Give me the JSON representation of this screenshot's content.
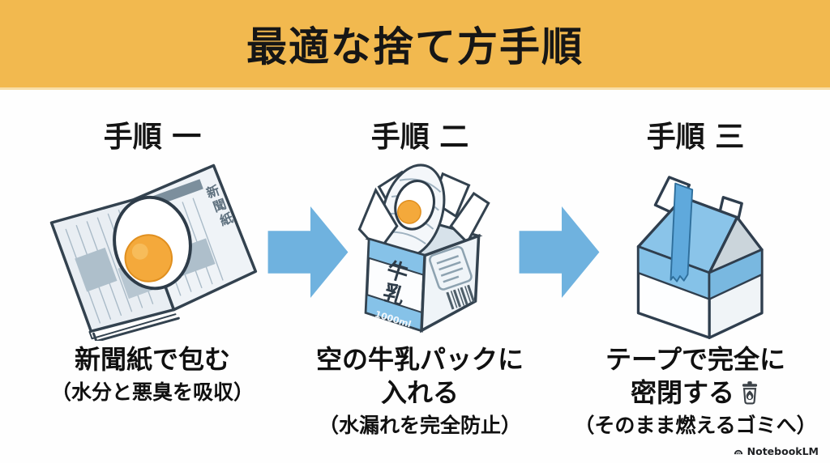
{
  "header": {
    "title": "最適な捨て方手順"
  },
  "steps": [
    {
      "label": "手順 一",
      "illustration": "newspaper-wrapped-egg",
      "caption_lines": [
        "新聞紙で包む"
      ],
      "note": "（水分と悪臭を吸収）"
    },
    {
      "label": "手順 二",
      "illustration": "egg-in-open-milk-carton",
      "caption_lines": [
        "空の牛乳パックに",
        "入れる"
      ],
      "note": "（水漏れを完全防止）"
    },
    {
      "label": "手順 三",
      "illustration": "sealed-milk-carton-with-tape",
      "caption_lines": [
        "テープで完全に",
        "密閉する"
      ],
      "inline_icon": "burnable-trash-icon",
      "note": "（そのまま燃えるゴミへ）"
    }
  ],
  "illustration_labels": {
    "newspaper": "新聞紙",
    "carton_brand": "牛乳",
    "carton_volume": "1000ml"
  },
  "footer": {
    "brand": "NotebookLM"
  },
  "colors": {
    "header_band": "#F2B94F",
    "arrow_blue": "#6FB2DF",
    "carton_blue": "#85C2E8",
    "tape_blue": "#5FA9DC",
    "outline_dark": "#2F3E4E",
    "yolk_orange": "#F4A93B",
    "text_black": "#141414"
  }
}
